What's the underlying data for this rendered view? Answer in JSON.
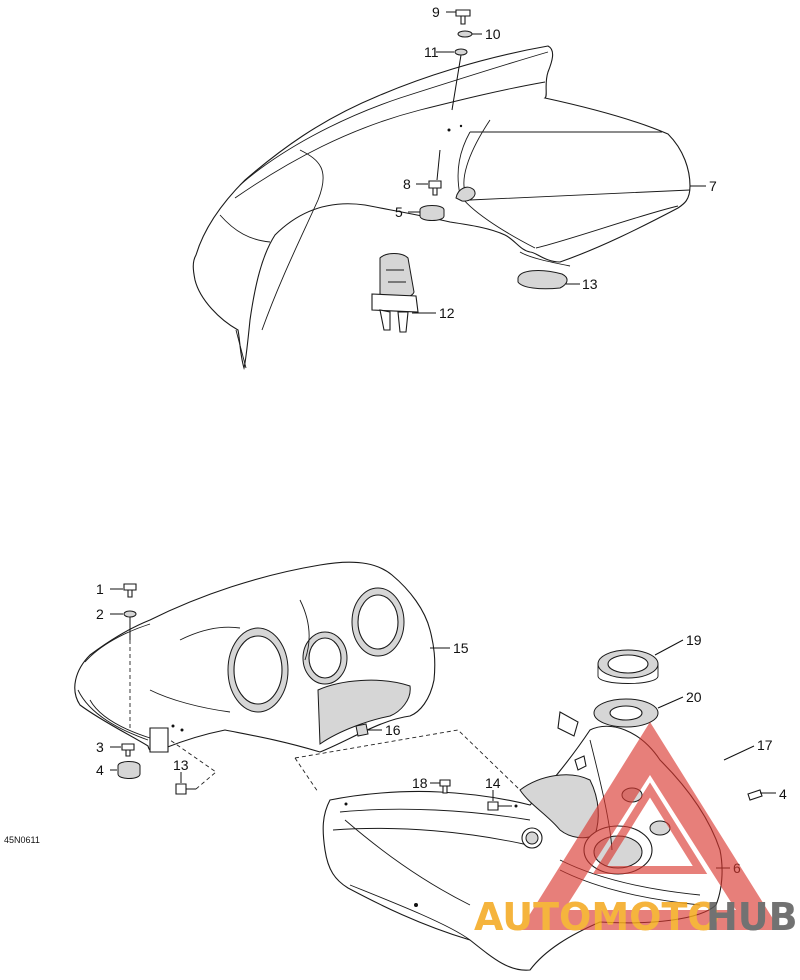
{
  "diagram": {
    "code": "45N0611",
    "callouts": [
      "1",
      "2",
      "3",
      "4",
      "4",
      "5",
      "6",
      "7",
      "8",
      "9",
      "10",
      "11",
      "12",
      "13",
      "13",
      "14",
      "15",
      "16",
      "17",
      "18",
      "19",
      "20"
    ]
  },
  "watermark": {
    "part_a": "AUTOMOTO",
    "part_b": "HUB",
    "colors": {
      "red": "#d9372f",
      "orange": "#f4a81c",
      "gray": "#5a5a5a"
    }
  }
}
